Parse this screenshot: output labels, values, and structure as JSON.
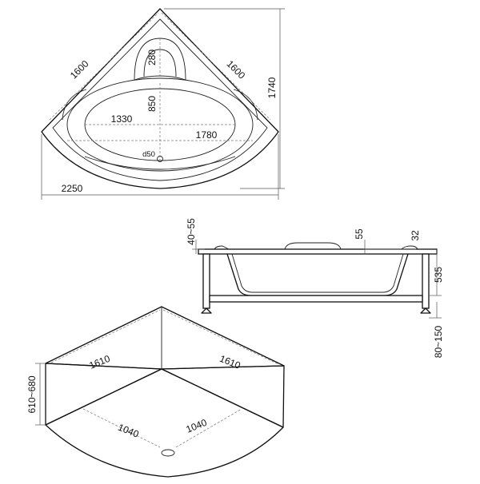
{
  "top_view": {
    "side_left": "1600",
    "side_right": "1600",
    "headrest": "280",
    "inner_depth": "850",
    "inner_width": "1330",
    "inner_length": "1780",
    "drain": "d50",
    "overall_width": "2250",
    "overall_height": "1740"
  },
  "side_view": {
    "rim_height": "40~55",
    "headrest_height": "55",
    "rim_thickness": "32",
    "tub_height": "535",
    "leg_adjust": "80~150"
  },
  "front_view": {
    "height_range": "610~680",
    "side_left": "1610",
    "side_right": "1610",
    "inner_left": "1040",
    "inner_right": "1040"
  }
}
